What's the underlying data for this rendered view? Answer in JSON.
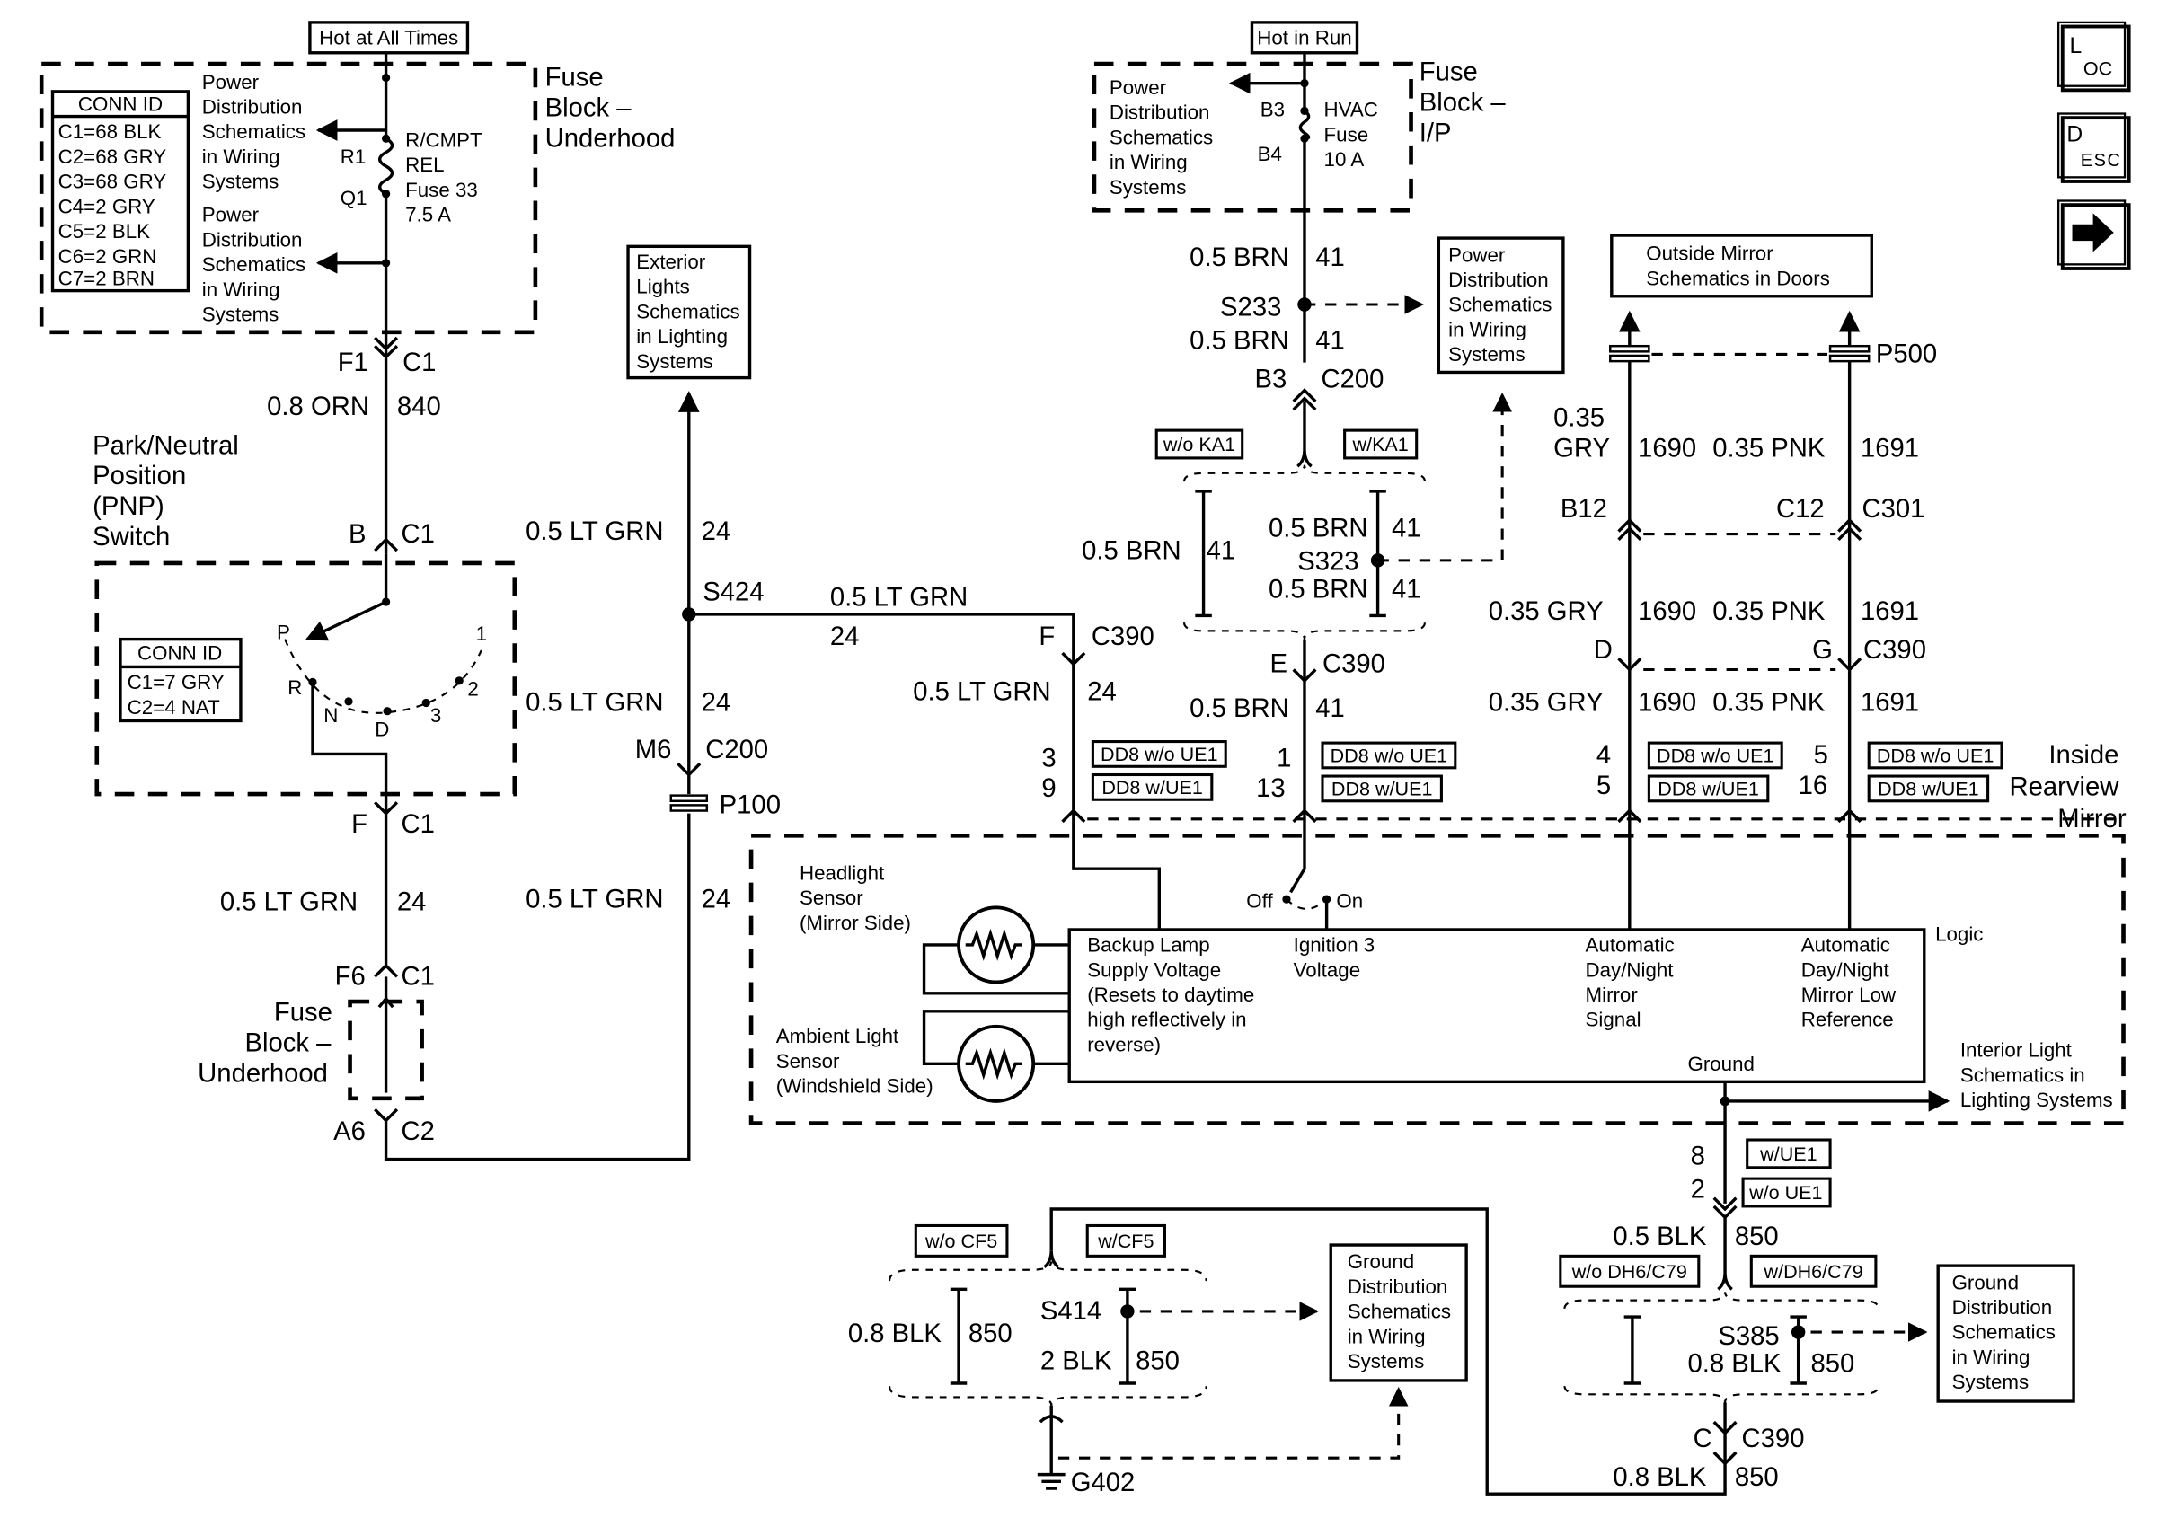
{
  "fuse_uh": {
    "hot": "Hot at All Times",
    "title": [
      "Fuse",
      "Block –",
      "Underhood"
    ],
    "conn_title": "CONN ID",
    "conn": [
      "C1=68 BLK",
      "C2=68 GRY",
      "C3=68 GRY",
      "C4=2 GRY",
      "C5=2 BLK",
      "C6=2 GRN",
      "C7=2 BRN"
    ],
    "pd_ref": [
      "Power",
      "Distribution",
      "Schematics",
      "in Wiring",
      "Systems"
    ],
    "r1": "R1",
    "q1": "Q1",
    "fuse": [
      "R/CMPT",
      "REL",
      "Fuse 33",
      "7.5 A"
    ]
  },
  "pnp": {
    "f1": "F1",
    "c1": "C1",
    "wire1": "0.8 ORN",
    "circ1": "840",
    "name": [
      "Park/Neutral",
      "Position",
      "(PNP)",
      "Switch"
    ],
    "b": "B",
    "c1b": "C1",
    "conn_title": "CONN ID",
    "conn": [
      "C1=7 GRY",
      "C2=4 NAT"
    ],
    "positions": [
      "P",
      "R",
      "N",
      "D",
      "3",
      "2",
      "1"
    ],
    "f": "F",
    "c1c": "C1",
    "wire2": "0.5 LT GRN",
    "circ2": "24",
    "f6": "F6",
    "c1d": "C1",
    "fuse2": [
      "Fuse",
      "Block –",
      "Underhood"
    ],
    "a6": "A6",
    "c2": "C2"
  },
  "exterior": {
    "ref": [
      "Exterior",
      "Lights",
      "Schematics",
      "in Lighting",
      "Systems"
    ],
    "w1": "0.5 LT GRN",
    "c1": "24",
    "s424": "S424",
    "w2": "0.5 LT GRN",
    "c2": "24",
    "m6": "M6",
    "c200": "C200",
    "p100": "P100",
    "w3": "0.5 LT GRN",
    "c3": "24",
    "wr": "0.5 LT GRN",
    "cr": "24"
  },
  "ip": {
    "hot": "Hot in Run",
    "title": [
      "Fuse",
      "Block –",
      "I/P"
    ],
    "pd_ref": [
      "Power",
      "Distribution",
      "Schematics",
      "in Wiring",
      "Systems"
    ],
    "b3": "B3",
    "b4": "B4",
    "fuse": [
      "HVAC",
      "Fuse",
      "10 A"
    ],
    "w1": "0.5 BRN",
    "c1": "41",
    "s233": "S233",
    "w2": "0.5 BRN",
    "c2": "41",
    "b3c": "B3",
    "c200": "C200",
    "pd2": [
      "Power",
      "Distribution",
      "Schematics",
      "in Wiring",
      "Systems"
    ],
    "wo_ka1": "w/o KA1",
    "w_ka1": "w/KA1",
    "w3": "0.5 BRN",
    "c3": "41",
    "w4": "0.5 BRN",
    "c4": "41",
    "s323": "S323",
    "w5": "0.5 BRN",
    "c5": "41",
    "e": "E",
    "c390": "C390",
    "w6": "0.5 BRN",
    "c6": "41",
    "p1": "1",
    "p13": "13"
  },
  "bu": {
    "f": "F",
    "c390": "C390",
    "w": "0.5 LT GRN",
    "c": "24",
    "p3": "3",
    "p9": "9"
  },
  "om": {
    "ref": [
      "Outside Mirror",
      "Schematics in Doors"
    ],
    "p500": "P500",
    "w1a": "0.35",
    "w1b": "GRY",
    "c1": "1690",
    "w2": "0.35 PNK",
    "c2": "1691",
    "b12": "B12",
    "c12": "C12",
    "c301": "C301",
    "w3": "0.35 GRY",
    "c3": "1690",
    "w4": "0.35 PNK",
    "c4": "1691",
    "d": "D",
    "g": "G",
    "c390": "C390",
    "w5": "0.35 GRY",
    "c5": "1690",
    "w6": "0.35 PNK",
    "c6": "1691",
    "p4": "4",
    "p5a": "5",
    "p5b": "5",
    "p16": "16"
  },
  "tags": {
    "dd8_wo": "DD8 w/o UE1",
    "dd8_w": "DD8 w/UE1"
  },
  "mirror": {
    "title": [
      "Inside",
      "Rearview",
      "Mirror"
    ],
    "hl_sensor": [
      "Headlight",
      "Sensor",
      "(Mirror Side)"
    ],
    "amb_sensor": [
      "Ambient Light",
      "Sensor",
      "(Windshield Side)"
    ],
    "off": "Off",
    "on": "On",
    "logic": "Logic",
    "backup": [
      "Backup Lamp",
      "Supply Voltage",
      "(Resets to daytime",
      "high reflectively in",
      "reverse)"
    ],
    "ign": [
      "Ignition 3",
      "Voltage"
    ],
    "adn_sig": [
      "Automatic",
      "Day/Night",
      "Mirror",
      "Signal"
    ],
    "adn_low": [
      "Automatic",
      "Day/Night",
      "Mirror Low",
      "Reference"
    ],
    "ground": "Ground",
    "interior": [
      "Interior Light",
      "Schematics in",
      "Lighting Systems"
    ]
  },
  "ground": {
    "p8": "8",
    "p2": "2",
    "w_ue1": "w/UE1",
    "wo_ue1": "w/o UE1",
    "w1": "0.5 BLK",
    "c1": "850",
    "wo_dh6": "w/o DH6/C79",
    "w_dh6": "w/DH6/C79",
    "gd_ref_r": [
      "Ground",
      "Distribution",
      "Schematics",
      "in Wiring",
      "Systems"
    ],
    "s385": "S385",
    "w2": "0.8 BLK",
    "c2": "850",
    "c": "C",
    "c390": "C390",
    "w3": "0.8 BLK",
    "c3": "850",
    "wo_cf5": "w/o CF5",
    "w_cf5": "w/CF5",
    "gd_ref_l": [
      "Ground",
      "Distribution",
      "Schematics",
      "in Wiring",
      "Systems"
    ],
    "s414": "S414",
    "w4": "0.8 BLK",
    "c4": "850",
    "w5": "2 BLK",
    "c5": "850",
    "g402": "G402"
  },
  "nav": {
    "loc_top": "L",
    "loc_bottom": "OC",
    "desc_top": "D",
    "desc_bottom": "ESC",
    "next_icon": "right-arrow-icon"
  }
}
